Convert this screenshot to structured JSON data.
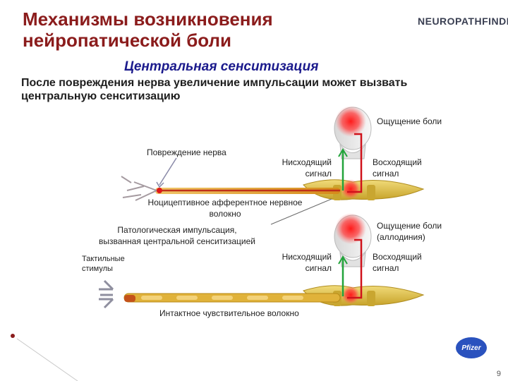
{
  "title_lines": [
    "Механизмы возникновения",
    "нейропатической боли"
  ],
  "logo": "NEUROPATHFINDER",
  "subtitle": "Центральная сенситизация",
  "lead": "После повреждения нерва увеличение импульсации может вызвать центральную сенситизацию",
  "labels": {
    "pain_top": "Ощущение боли",
    "nerve_damage": "Повреждение нерва",
    "desc_top": [
      "Нисходящий",
      "сигнал"
    ],
    "asc_top": [
      "Восходящий",
      "сигнал"
    ],
    "nociceptive_fiber": [
      "Ноцицептивное афферентное нервное",
      "волокно"
    ],
    "pathological": [
      "Патологическая импульсация,",
      "вызванная центральной сенситизацией"
    ],
    "pain_bottom": [
      "Ощущение боли",
      "(аллодиния)"
    ],
    "tactile": [
      "Тактильные",
      "стимулы"
    ],
    "desc_bottom": [
      "Нисходящий",
      "сигнал"
    ],
    "asc_bottom": [
      "Восходящий",
      "сигнал"
    ],
    "intact_fiber": "Интактное чувствительное волокно"
  },
  "pfizer": "Pfizer",
  "page_number": "9",
  "colors": {
    "title": "#8b1c1c",
    "subtitle": "#1b1a8c",
    "descending": "#22a33a",
    "ascending": "#d0121b",
    "fiber_orange": "#d9a21a",
    "fiber_red": "#c0301a",
    "spine": "#d8b83a"
  }
}
